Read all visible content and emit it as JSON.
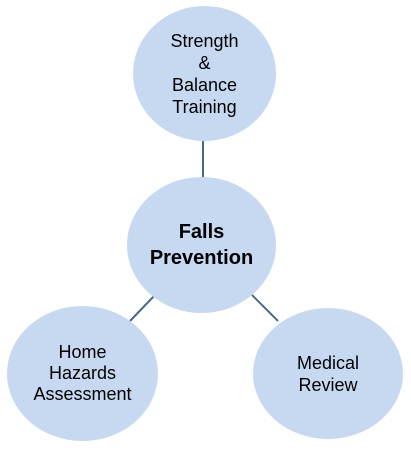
{
  "diagram": {
    "center": {
      "label": "Falls\nPrevention"
    },
    "nodes": {
      "top": {
        "label": "Strength\n&\nBalance\nTraining"
      },
      "left": {
        "label": "Home\nHazards\nAssessment"
      },
      "right": {
        "label": "Medical\nReview"
      }
    },
    "colors": {
      "node_fill": "#c6d9f1",
      "connector": "#4a6a8a",
      "text": "#000000"
    }
  }
}
